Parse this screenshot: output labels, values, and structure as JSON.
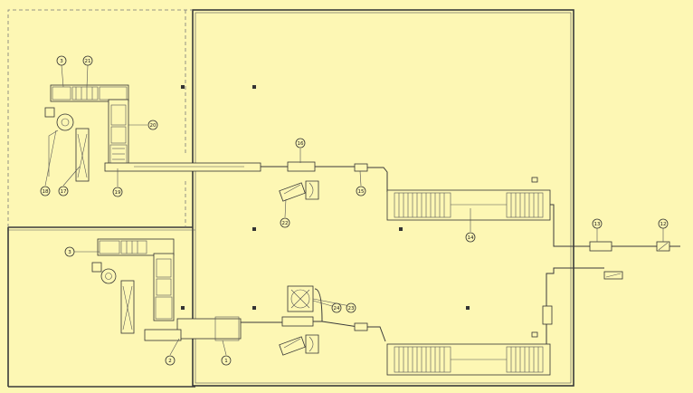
{
  "callouts": [
    {
      "id": "c3a",
      "label": "3"
    },
    {
      "id": "c21",
      "label": "21"
    },
    {
      "id": "c20",
      "label": "20"
    },
    {
      "id": "c16",
      "label": "16"
    },
    {
      "id": "c15",
      "label": "15"
    },
    {
      "id": "c18",
      "label": "18"
    },
    {
      "id": "c17",
      "label": "17"
    },
    {
      "id": "c19",
      "label": "19"
    },
    {
      "id": "c22",
      "label": "22"
    },
    {
      "id": "c14",
      "label": "14"
    },
    {
      "id": "c13a",
      "label": "13"
    },
    {
      "id": "c13b",
      "label": "12"
    },
    {
      "id": "c3b",
      "label": "3"
    },
    {
      "id": "c2",
      "label": "2"
    },
    {
      "id": "c1",
      "label": "1"
    },
    {
      "id": "c24",
      "label": "24"
    },
    {
      "id": "c23",
      "label": "23"
    }
  ]
}
